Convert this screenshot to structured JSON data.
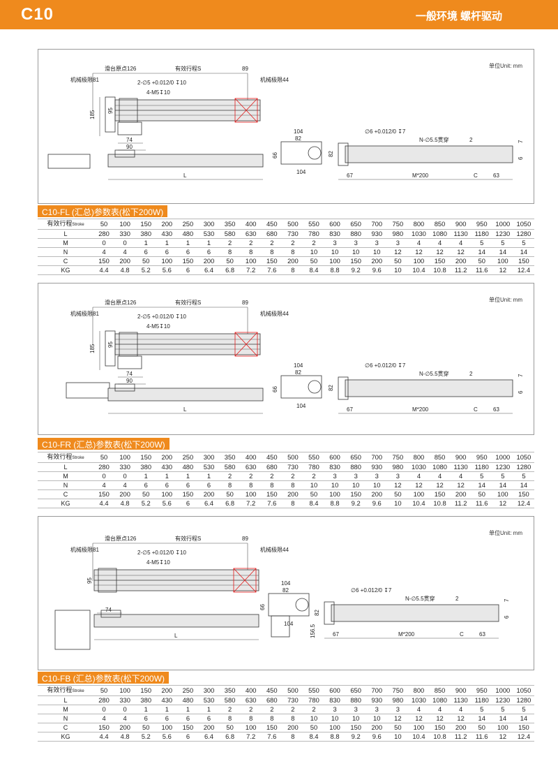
{
  "header": {
    "model": "C10",
    "category": "一般环境  螺杆驱动"
  },
  "drawing_labels": {
    "unit": "单位Unit: mm",
    "slider_origin": "滑台原点126",
    "effective_stroke": "有效行程S",
    "mech_limit_81": "机械极限81",
    "mech_limit_44": "机械极限44",
    "hole_a": "2-∅5 +0.012/0 ↧10",
    "hole_b": "4-M5↧10",
    "hole_c": "∅6 +0.012/0 ↧7",
    "hole_d": "N-∅5.5贯穿",
    "d185": "185",
    "d95": "95",
    "d74": "74",
    "d90": "90",
    "d89": "89",
    "dL": "L",
    "d104": "104",
    "d82": "82",
    "d66": "66",
    "d67": "67",
    "dM": "M*200",
    "dC": "C",
    "d63": "63",
    "d2": "2",
    "d6": "6",
    "d7": "7",
    "d1565": "156.5"
  },
  "table_header_label": "有效行程",
  "table_header_small": "Stroke",
  "row_labels": [
    "L",
    "M",
    "N",
    "C",
    "KG"
  ],
  "strokes": [
    "50",
    "100",
    "150",
    "200",
    "250",
    "300",
    "350",
    "400",
    "450",
    "500",
    "550",
    "600",
    "650",
    "700",
    "750",
    "800",
    "850",
    "900",
    "950",
    "1000",
    "1050"
  ],
  "rows": {
    "L": [
      "280",
      "330",
      "380",
      "430",
      "480",
      "530",
      "580",
      "630",
      "680",
      "730",
      "780",
      "830",
      "880",
      "930",
      "980",
      "1030",
      "1080",
      "1130",
      "1180",
      "1230",
      "1280"
    ],
    "M": [
      "0",
      "0",
      "1",
      "1",
      "1",
      "1",
      "2",
      "2",
      "2",
      "2",
      "2",
      "3",
      "3",
      "3",
      "3",
      "4",
      "4",
      "4",
      "5",
      "5",
      "5"
    ],
    "N": [
      "4",
      "4",
      "6",
      "6",
      "6",
      "6",
      "8",
      "8",
      "8",
      "8",
      "10",
      "10",
      "10",
      "10",
      "12",
      "12",
      "12",
      "12",
      "14",
      "14",
      "14"
    ],
    "C": [
      "150",
      "200",
      "50",
      "100",
      "150",
      "200",
      "50",
      "100",
      "150",
      "200",
      "50",
      "100",
      "150",
      "200",
      "50",
      "100",
      "150",
      "200",
      "50",
      "100",
      "150"
    ],
    "KG": [
      "4.4",
      "4.8",
      "5.2",
      "5.6",
      "6",
      "6.4",
      "6.8",
      "7.2",
      "7.6",
      "8",
      "8.4",
      "8.8",
      "9.2",
      "9.6",
      "10",
      "10.4",
      "10.8",
      "11.2",
      "11.6",
      "12",
      "12.4"
    ]
  },
  "sections": [
    {
      "title": "C10-FL (汇总)参数表(松下200W)"
    },
    {
      "title": "C10-FR (汇总)参数表(松下200W)"
    },
    {
      "title": "C10-FB (汇总)参数表(松下200W)"
    }
  ],
  "colors": {
    "accent": "#ef8a1d",
    "limit_box": "#e01818"
  }
}
